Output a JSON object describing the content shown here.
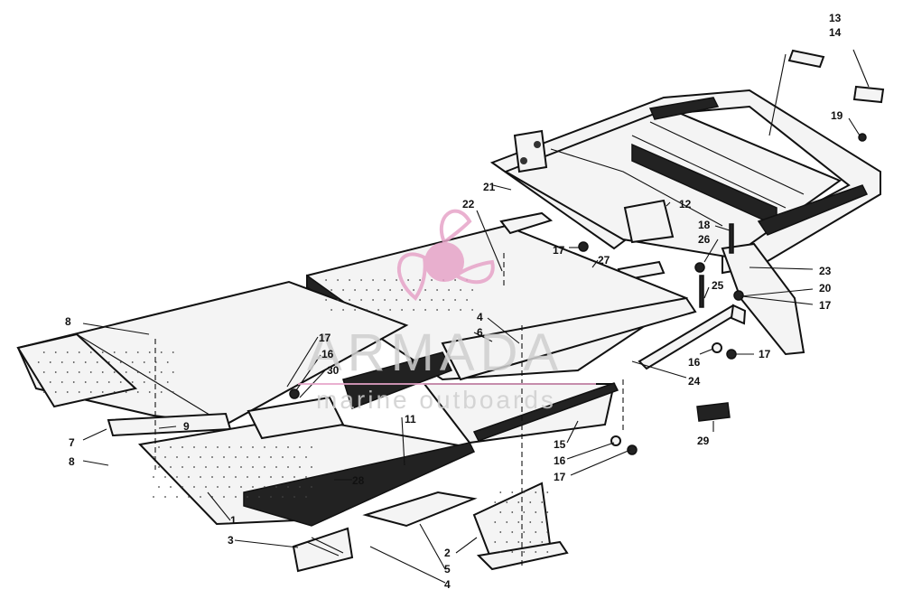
{
  "watermark": {
    "brand": "ARMADA",
    "tagline": "marine outboards",
    "logo_color": "#e6a3c8",
    "text_color": "#c8c8c8"
  },
  "callouts": {
    "c13": "13",
    "c14": "14",
    "c19": "19",
    "c21": "21",
    "c22": "22",
    "c12": "12",
    "c18": "18",
    "c26": "26",
    "c17a": "17",
    "c27": "27",
    "c25": "25",
    "c23": "23",
    "c20": "20",
    "c17b": "17",
    "c8a": "8",
    "c4a": "4",
    "c6": "6",
    "c17c": "17",
    "c16a": "16",
    "c30": "30",
    "c16b": "16",
    "c17d": "17",
    "c24": "24",
    "c11": "11",
    "c9": "9",
    "c7": "7",
    "c15": "15",
    "c16c": "16",
    "c17e": "17",
    "c29": "29",
    "c8b": "8",
    "c28": "28",
    "c1": "1",
    "c3": "3",
    "c2": "2",
    "c5": "5",
    "c4b": "4"
  }
}
